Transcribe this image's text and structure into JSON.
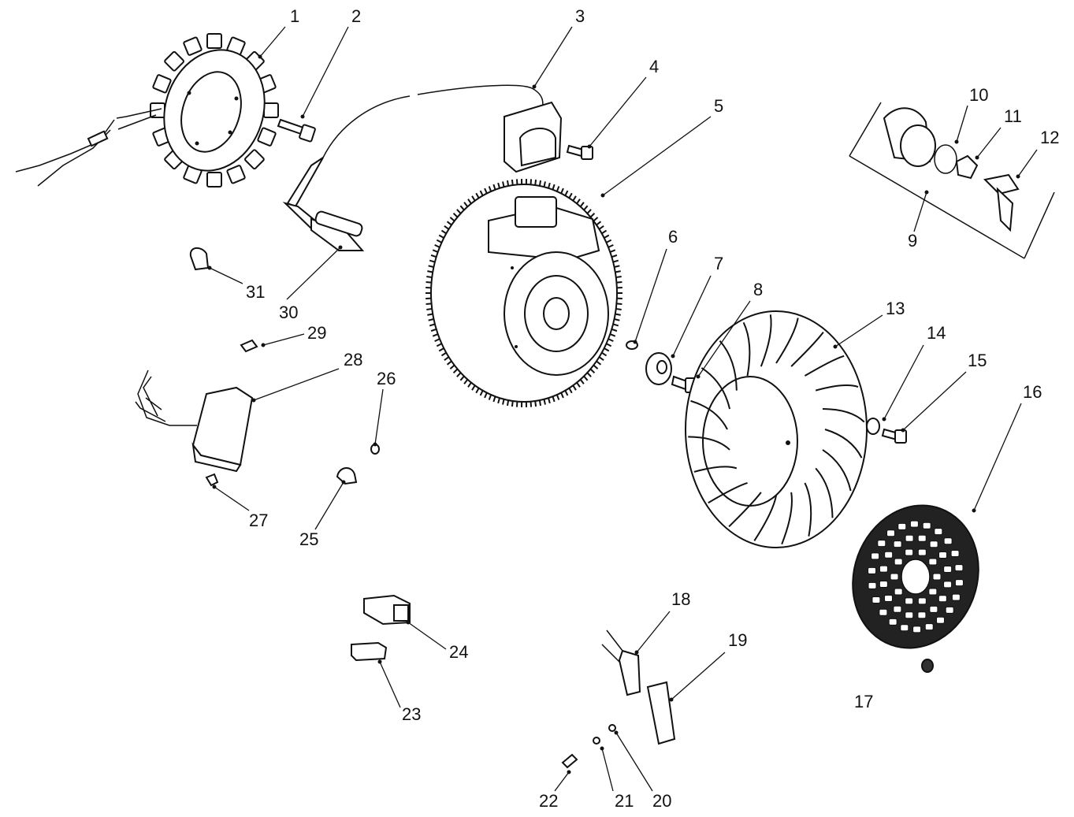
{
  "diagram": {
    "callouts": [
      {
        "id": "callout-1",
        "text": "1"
      },
      {
        "id": "callout-2",
        "text": "2"
      },
      {
        "id": "callout-3",
        "text": "3"
      },
      {
        "id": "callout-4",
        "text": "4"
      },
      {
        "id": "callout-5",
        "text": "5"
      },
      {
        "id": "callout-6",
        "text": "6"
      },
      {
        "id": "callout-7",
        "text": "7"
      },
      {
        "id": "callout-8",
        "text": "8"
      },
      {
        "id": "callout-9",
        "text": "9"
      },
      {
        "id": "callout-10",
        "text": "10"
      },
      {
        "id": "callout-11",
        "text": "11"
      },
      {
        "id": "callout-12",
        "text": "12"
      },
      {
        "id": "callout-13",
        "text": "13"
      },
      {
        "id": "callout-14",
        "text": "14"
      },
      {
        "id": "callout-15",
        "text": "15"
      },
      {
        "id": "callout-16",
        "text": "16"
      },
      {
        "id": "callout-17",
        "text": "17"
      },
      {
        "id": "callout-18",
        "text": "18"
      },
      {
        "id": "callout-19",
        "text": "19"
      },
      {
        "id": "callout-20",
        "text": "20"
      },
      {
        "id": "callout-21",
        "text": "21"
      },
      {
        "id": "callout-22",
        "text": "22"
      },
      {
        "id": "callout-23",
        "text": "23"
      },
      {
        "id": "callout-24",
        "text": "24"
      },
      {
        "id": "callout-25",
        "text": "25"
      },
      {
        "id": "callout-26",
        "text": "26"
      },
      {
        "id": "callout-27",
        "text": "27"
      },
      {
        "id": "callout-28",
        "text": "28"
      },
      {
        "id": "callout-29",
        "text": "29"
      },
      {
        "id": "callout-30",
        "text": "30"
      },
      {
        "id": "callout-31",
        "text": "31"
      }
    ]
  }
}
